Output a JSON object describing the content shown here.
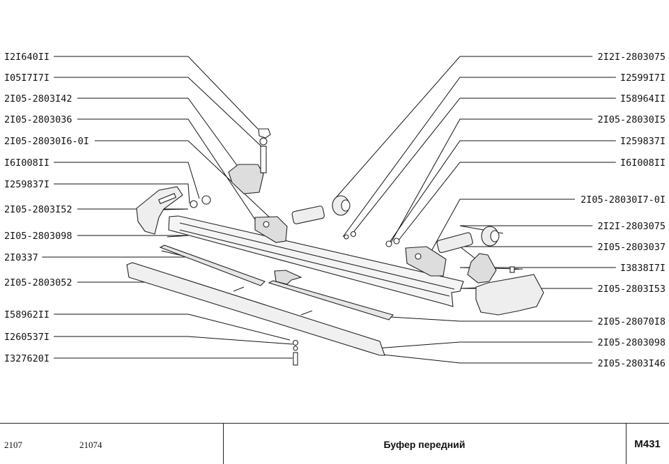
{
  "labels_left": [
    "I2I640II",
    "I05I7I7I",
    "2I05-2803I42",
    "2I05-2803036",
    "2I05-28030I6-0I",
    "I6I008II",
    "I259837I",
    "2I05-2803I52",
    "2I05-2803098",
    "2I0337",
    "2I05-2803052",
    "I58962II",
    "I260537I",
    "I327620I"
  ],
  "labels_right": [
    "2I2I-2803075",
    "I2599I7I",
    "I58964II",
    "2I05-28030I5",
    "I259837I",
    "I6I008II",
    "2I05-28030I7-0I",
    "2I2I-2803075",
    "2I05-2803037",
    "I3838I7I",
    "2I05-2803I53",
    "2I05-28070I8",
    "2I05-2803098",
    "2I05-2803I46"
  ],
  "footer": {
    "model_1": "2107",
    "model_2": "21074",
    "title": "Буфер передний",
    "code": "M431"
  }
}
